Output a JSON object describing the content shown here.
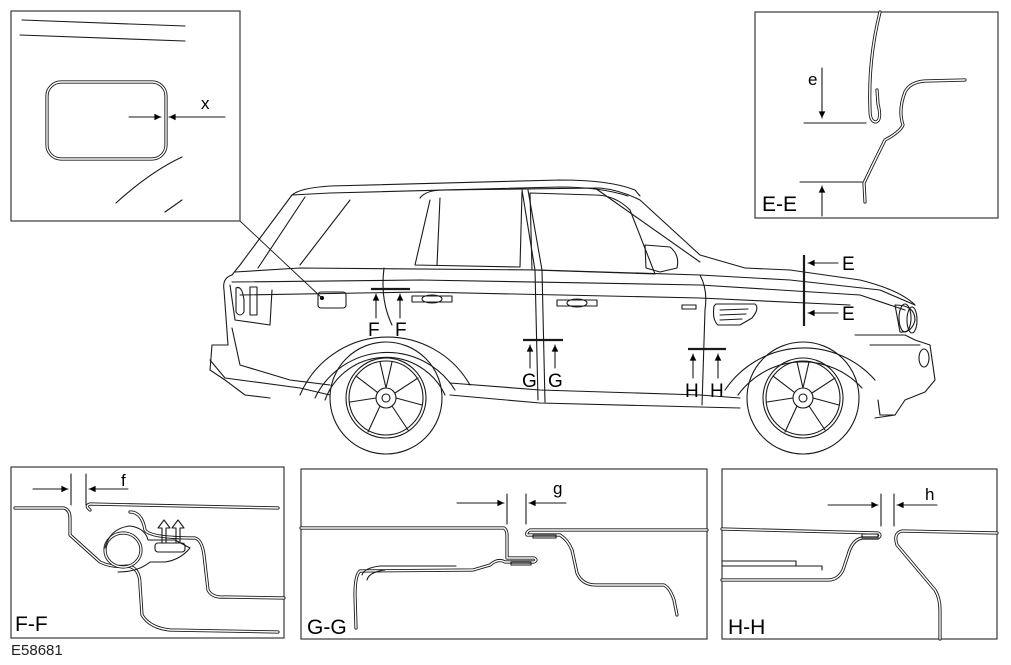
{
  "figure": {
    "reference_code": "E58681",
    "subject": "Vehicle side view with body panel gap sections",
    "line_color": "#1a1a1a",
    "background": "#ffffff"
  },
  "detail_views": {
    "fuel_flap": {
      "dimension_label": "x"
    },
    "E-E": {
      "title": "E-E",
      "dimension_label": "e"
    },
    "F-F": {
      "title": "F-F",
      "dimension_label": "f"
    },
    "G-G": {
      "title": "G-G",
      "dimension_label": "g"
    },
    "H-H": {
      "title": "H-H",
      "dimension_label": "h"
    }
  },
  "section_markers": {
    "E_upper": "E",
    "E_lower": "E",
    "F_left": "F",
    "F_right": "F",
    "G_left": "G",
    "G_right": "G",
    "H_left": "H",
    "H_right": "H"
  }
}
